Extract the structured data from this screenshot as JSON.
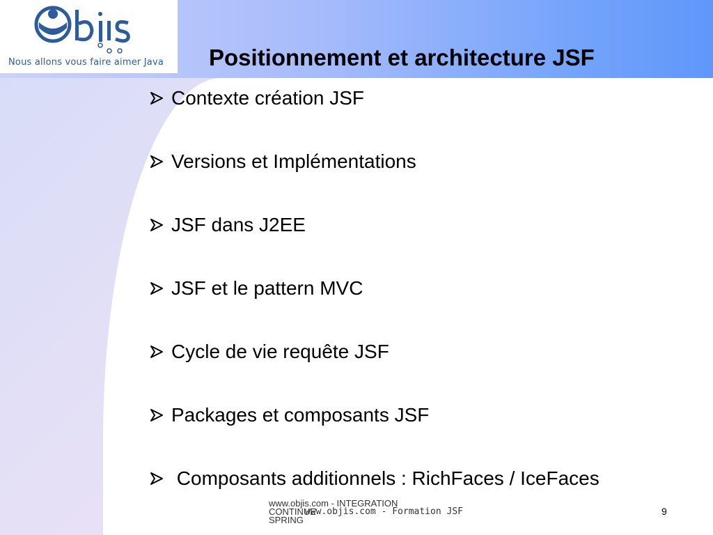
{
  "logo": {
    "brand": "Objis",
    "tagline": "Nous allons vous faire aimer Java",
    "accent_color": "#2e5c9a"
  },
  "title": "Positionnement et architecture JSF",
  "bullets": [
    {
      "label": "Contexte création JSF",
      "icon": "arrow-bullet-icon"
    },
    {
      "label": "Versions et Implémentations",
      "icon": "arrow-bullet-icon"
    },
    {
      "label": "JSF dans J2EE",
      "icon": "arrow-bullet-icon"
    },
    {
      "label": "JSF et le pattern MVC",
      "icon": "arrow-bullet-icon"
    },
    {
      "label": "Cycle de vie requête JSF",
      "icon": "arrow-bullet-icon"
    },
    {
      "label": "Packages et composants JSF",
      "icon": "arrow-bullet-icon"
    },
    {
      "label": " Composants additionnels : RichFaces / IceFaces",
      "icon": "arrow-bullet-icon"
    }
  ],
  "footer": {
    "line1": "www.objis.com - INTEGRATION",
    "line2": "CONTINUE",
    "line3": "SPRING",
    "overlay": "www.objis.com - Formation JSF"
  },
  "page_number": "9"
}
